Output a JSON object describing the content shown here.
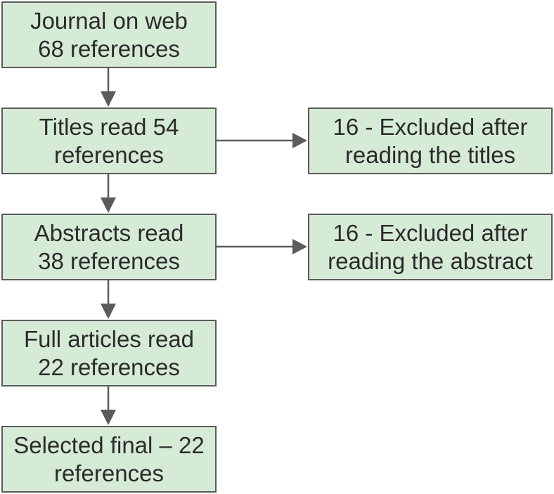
{
  "flowchart": {
    "main_steps": [
      {
        "line1": "Journal on web",
        "line2": "68 references"
      },
      {
        "line1": "Titles read 54",
        "line2": "references"
      },
      {
        "line1": "Abstracts read",
        "line2": "38 references"
      },
      {
        "line1": "Full articles read",
        "line2": "22 references"
      },
      {
        "line1": "Selected final – 22",
        "line2": "references"
      }
    ],
    "exclusions": [
      {
        "line1": "16 - Excluded after",
        "line2": "reading the titles"
      },
      {
        "line1": "16 - Excluded after",
        "line2": "reading the abstract"
      }
    ],
    "colors": {
      "box_fill": "#d6ebd6",
      "box_border": "#5b5b5b",
      "arrow": "#5b5b5b",
      "text": "#2b2b2b"
    }
  }
}
